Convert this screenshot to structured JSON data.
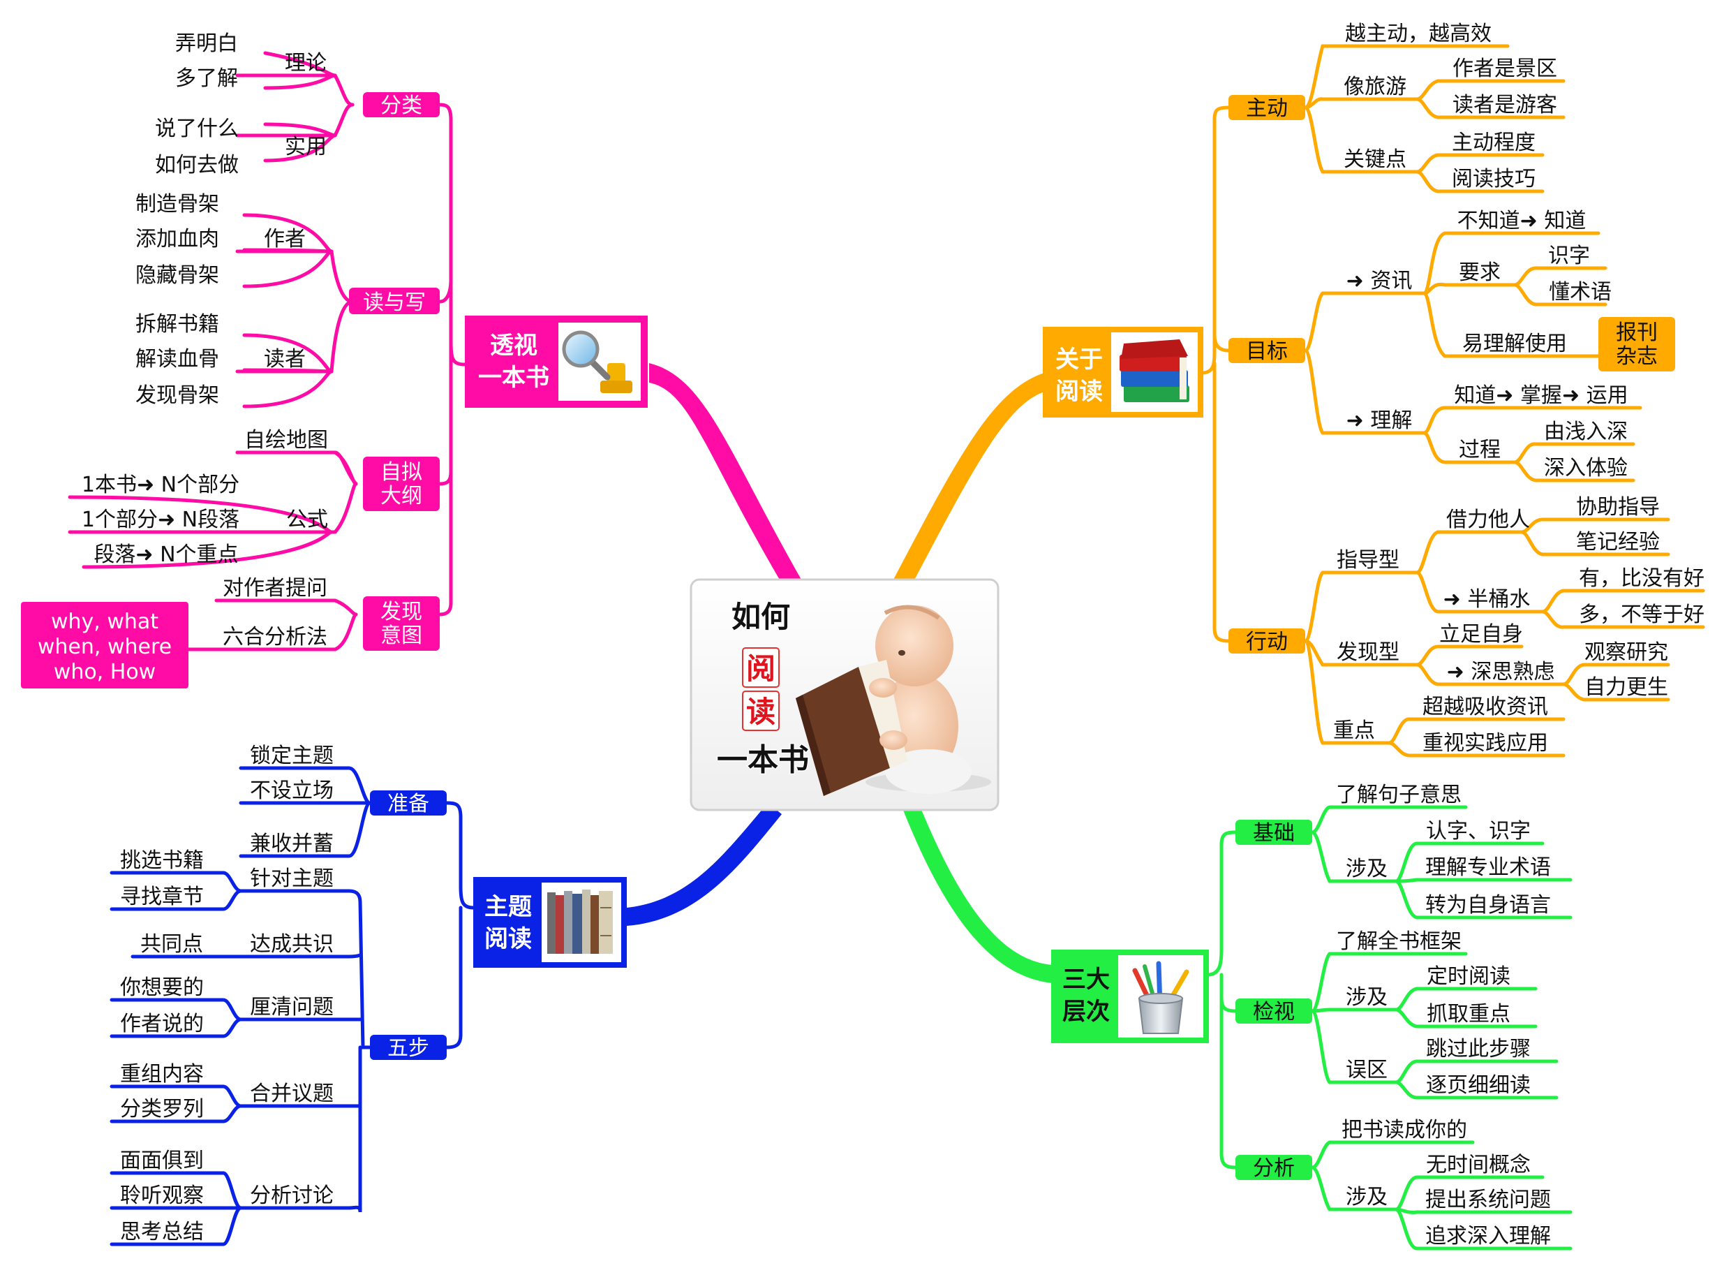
{
  "center": {
    "title_line1": "如何",
    "title_char1": "阅",
    "title_char2": "读",
    "title_line3": "一本书",
    "image": "baby-reading-book-illustration"
  },
  "colors": {
    "pink": "#FF0BA6",
    "orange": "#FFAA00",
    "blue": "#0A22E6",
    "green": "#22EE44"
  },
  "branches": [
    {
      "id": "perspective",
      "color": "#FF0BA6",
      "main": {
        "line1": "透视",
        "line2": "一本书",
        "icon": "magnifier-icon"
      },
      "subs": [
        {
          "label": "分类"
        },
        {
          "label": "理论"
        },
        {
          "label": "弄明白"
        },
        {
          "label": "多了解"
        },
        {
          "label": "实用"
        },
        {
          "label": "说了什么"
        },
        {
          "label": "如何去做"
        },
        {
          "label": "读与写"
        },
        {
          "label": "作者"
        },
        {
          "label": "制造骨架"
        },
        {
          "label": "添加血肉"
        },
        {
          "label": "隐藏骨架"
        },
        {
          "label": "读者"
        },
        {
          "label": "拆解书籍"
        },
        {
          "label": "解读血骨"
        },
        {
          "label": "发现骨架"
        },
        {
          "label": "自拟"
        },
        {
          "label": "大纲"
        },
        {
          "label": "自绘地图"
        },
        {
          "label": "公式"
        },
        {
          "label": "1本书➜ N个部分"
        },
        {
          "label": "1个部分➜ N段落"
        },
        {
          "label": "段落➜ N个重点"
        },
        {
          "label": "发现"
        },
        {
          "label": "意图"
        },
        {
          "label": "对作者提问"
        },
        {
          "label": "六合分析法"
        },
        {
          "label": "why, what"
        },
        {
          "label": "when, where"
        },
        {
          "label": "who, How"
        }
      ]
    },
    {
      "id": "about",
      "color": "#FFAA00",
      "main": {
        "line1": "关于",
        "line2": "阅读",
        "icon": "book-stack-icon"
      },
      "subs": [
        {
          "label": "主动"
        },
        {
          "label": "越主动，越高效"
        },
        {
          "label": "像旅游"
        },
        {
          "label": "作者是景区"
        },
        {
          "label": "读者是游客"
        },
        {
          "label": "关键点"
        },
        {
          "label": "主动程度"
        },
        {
          "label": "阅读技巧"
        },
        {
          "label": "目标"
        },
        {
          "label": "➜ 资讯"
        },
        {
          "label": "不知道➜ 知道"
        },
        {
          "label": "要求"
        },
        {
          "label": "识字"
        },
        {
          "label": "懂术语"
        },
        {
          "label": "易理解使用"
        },
        {
          "label": "报刊"
        },
        {
          "label": "杂志"
        },
        {
          "label": "➜ 理解"
        },
        {
          "label": "知道➜ 掌握➜ 运用"
        },
        {
          "label": "过程"
        },
        {
          "label": "由浅入深"
        },
        {
          "label": "深入体验"
        },
        {
          "label": "行动"
        },
        {
          "label": "指导型"
        },
        {
          "label": "借力他人"
        },
        {
          "label": "协助指导"
        },
        {
          "label": "笔记经验"
        },
        {
          "label": "➜ 半桶水"
        },
        {
          "label": "有，比没有好"
        },
        {
          "label": "多，不等于好"
        },
        {
          "label": "发现型"
        },
        {
          "label": "立足自身"
        },
        {
          "label": "➜ 深思熟虑"
        },
        {
          "label": "观察研究"
        },
        {
          "label": "自力更生"
        },
        {
          "label": "重点"
        },
        {
          "label": "超越吸收资讯"
        },
        {
          "label": "重视实践应用"
        }
      ]
    },
    {
      "id": "topic",
      "color": "#0A22E6",
      "main": {
        "line1": "主题",
        "line2": "阅读",
        "icon": "books-icon"
      },
      "subs": [
        {
          "label": "准备"
        },
        {
          "label": "锁定主题"
        },
        {
          "label": "不设立场"
        },
        {
          "label": "兼收并蓄"
        },
        {
          "label": "五步"
        },
        {
          "label": "针对主题"
        },
        {
          "label": "挑选书籍"
        },
        {
          "label": "寻找章节"
        },
        {
          "label": "达成共识"
        },
        {
          "label": "共同点"
        },
        {
          "label": "厘清问题"
        },
        {
          "label": "你想要的"
        },
        {
          "label": "作者说的"
        },
        {
          "label": "合并议题"
        },
        {
          "label": "重组内容"
        },
        {
          "label": "分类罗列"
        },
        {
          "label": "分析讨论"
        },
        {
          "label": "面面俱到"
        },
        {
          "label": "聆听观察"
        },
        {
          "label": "思考总结"
        }
      ]
    },
    {
      "id": "levels",
      "color": "#22EE44",
      "main": {
        "line1": "三大",
        "line2": "层次",
        "icon": "pencil-cup-icon"
      },
      "subs": [
        {
          "label": "基础"
        },
        {
          "label": "了解句子意思"
        },
        {
          "label": "涉及"
        },
        {
          "label": "认字、识字"
        },
        {
          "label": "理解专业术语"
        },
        {
          "label": "转为自身语言"
        },
        {
          "label": "检视"
        },
        {
          "label": "了解全书框架"
        },
        {
          "label": "涉及"
        },
        {
          "label": "定时阅读"
        },
        {
          "label": "抓取重点"
        },
        {
          "label": "误区"
        },
        {
          "label": "跳过此步骤"
        },
        {
          "label": "逐页细细读"
        },
        {
          "label": "分析"
        },
        {
          "label": "把书读成你的"
        },
        {
          "label": "涉及"
        },
        {
          "label": "无时间概念"
        },
        {
          "label": "提出系统问题"
        },
        {
          "label": "追求深入理解"
        }
      ]
    }
  ]
}
